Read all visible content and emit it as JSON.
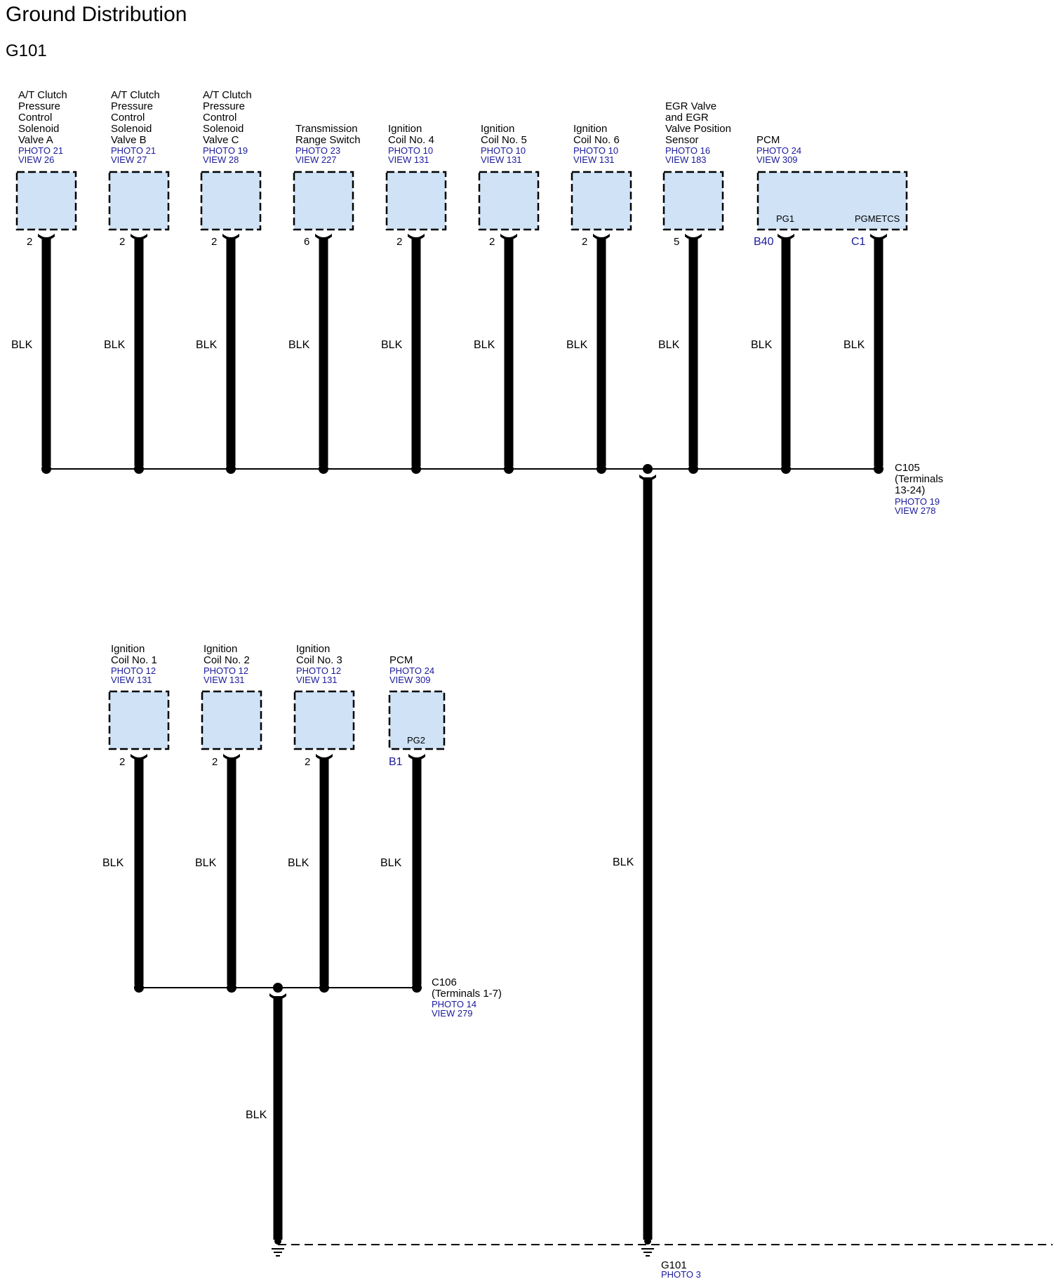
{
  "title": "Ground Distribution",
  "subtitle": "G101",
  "top_components": [
    {
      "name": [
        "A/T Clutch",
        "Pressure",
        "Control",
        "Solenoid",
        "Valve A"
      ],
      "photo": "PHOTO 21",
      "view": "VIEW 26",
      "pin": "2",
      "wire": "BLK"
    },
    {
      "name": [
        "A/T Clutch",
        "Pressure",
        "Control",
        "Solenoid",
        "Valve B"
      ],
      "photo": "PHOTO 21",
      "view": "VIEW 27",
      "pin": "2",
      "wire": "BLK"
    },
    {
      "name": [
        "A/T Clutch",
        "Pressure",
        "Control",
        "Solenoid",
        "Valve C"
      ],
      "photo": "PHOTO 19",
      "view": "VIEW 28",
      "pin": "2",
      "wire": "BLK"
    },
    {
      "name": [
        "Transmission",
        "Range Switch"
      ],
      "photo": "PHOTO 23",
      "view": "VIEW 227",
      "pin": "6",
      "wire": "BLK"
    },
    {
      "name": [
        "Ignition",
        "Coil No. 4"
      ],
      "photo": "PHOTO 10",
      "view": "VIEW 131",
      "pin": "2",
      "wire": "BLK"
    },
    {
      "name": [
        "Ignition",
        "Coil No. 5"
      ],
      "photo": "PHOTO 10",
      "view": "VIEW 131",
      "pin": "2",
      "wire": "BLK"
    },
    {
      "name": [
        "Ignition",
        "Coil No. 6"
      ],
      "photo": "PHOTO 10",
      "view": "VIEW 131",
      "pin": "2",
      "wire": "BLK"
    },
    {
      "name": [
        "EGR Valve",
        "and EGR",
        "Valve Position",
        "Sensor"
      ],
      "photo": "PHOTO 16",
      "view": "VIEW 183",
      "pin": "5",
      "wire": "BLK"
    }
  ],
  "top_pcm": {
    "name": "PCM",
    "photo": "PHOTO 24",
    "view": "VIEW 309",
    "terminals": [
      {
        "label": "PG1",
        "pin": "B40",
        "wire": "BLK"
      },
      {
        "label": "PGMETCS",
        "pin": "C1",
        "wire": "BLK"
      }
    ]
  },
  "c105": {
    "name": "C105",
    "detail": [
      "(Terminals",
      "13-24)"
    ],
    "photo": "PHOTO 19",
    "view": "VIEW 278"
  },
  "trunk_wire": "BLK",
  "bottom_components": [
    {
      "name": [
        "Ignition",
        "Coil No. 1"
      ],
      "photo": "PHOTO 12",
      "view": "VIEW 131",
      "pin": "2",
      "wire": "BLK"
    },
    {
      "name": [
        "Ignition",
        "Coil No. 2"
      ],
      "photo": "PHOTO 12",
      "view": "VIEW 131",
      "pin": "2",
      "wire": "BLK"
    },
    {
      "name": [
        "Ignition",
        "Coil No. 3"
      ],
      "photo": "PHOTO 12",
      "view": "VIEW 131",
      "pin": "2",
      "wire": "BLK"
    }
  ],
  "bottom_pcm": {
    "name": "PCM",
    "photo": "PHOTO 24",
    "view": "VIEW 309",
    "terminal": "PG2",
    "pin": "B1",
    "wire": "BLK"
  },
  "c106": {
    "name": "C106",
    "detail": [
      "(Terminals 1-7)"
    ],
    "photo": "PHOTO 14",
    "view": "VIEW 279"
  },
  "c106_wire": "BLK",
  "ground": {
    "name": "G101",
    "photo": "PHOTO 3"
  }
}
